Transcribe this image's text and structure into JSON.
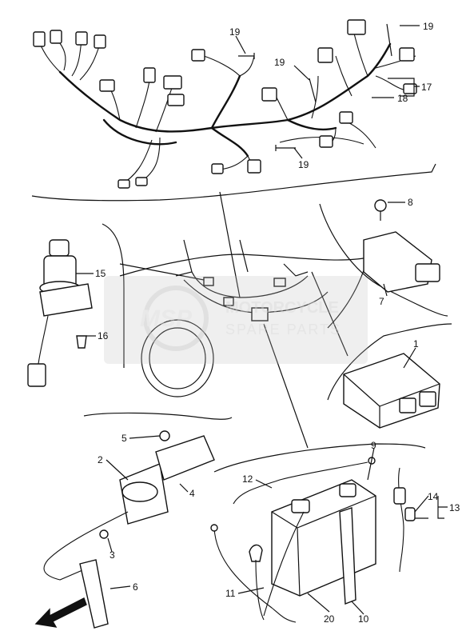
{
  "callouts": {
    "c1": "1",
    "c2": "2",
    "c3": "3",
    "c4": "4",
    "c5": "5",
    "c6": "6",
    "c7": "7",
    "c8": "8",
    "c9": "9",
    "c10": "10",
    "c11": "11",
    "c12": "12",
    "c13": "13",
    "c14": "14",
    "c15": "15",
    "c16": "16",
    "c17": "17",
    "c18": "18",
    "c19a": "19",
    "c19b": "19",
    "c19c": "19",
    "c19d": "19",
    "c20": "20"
  },
  "watermark": {
    "logo_text": "MSP",
    "line1": "MOTORCYCLE",
    "line2": "SPARE PARTS"
  },
  "colors": {
    "ink": "#111111",
    "watermark": "#bcbcbc"
  }
}
